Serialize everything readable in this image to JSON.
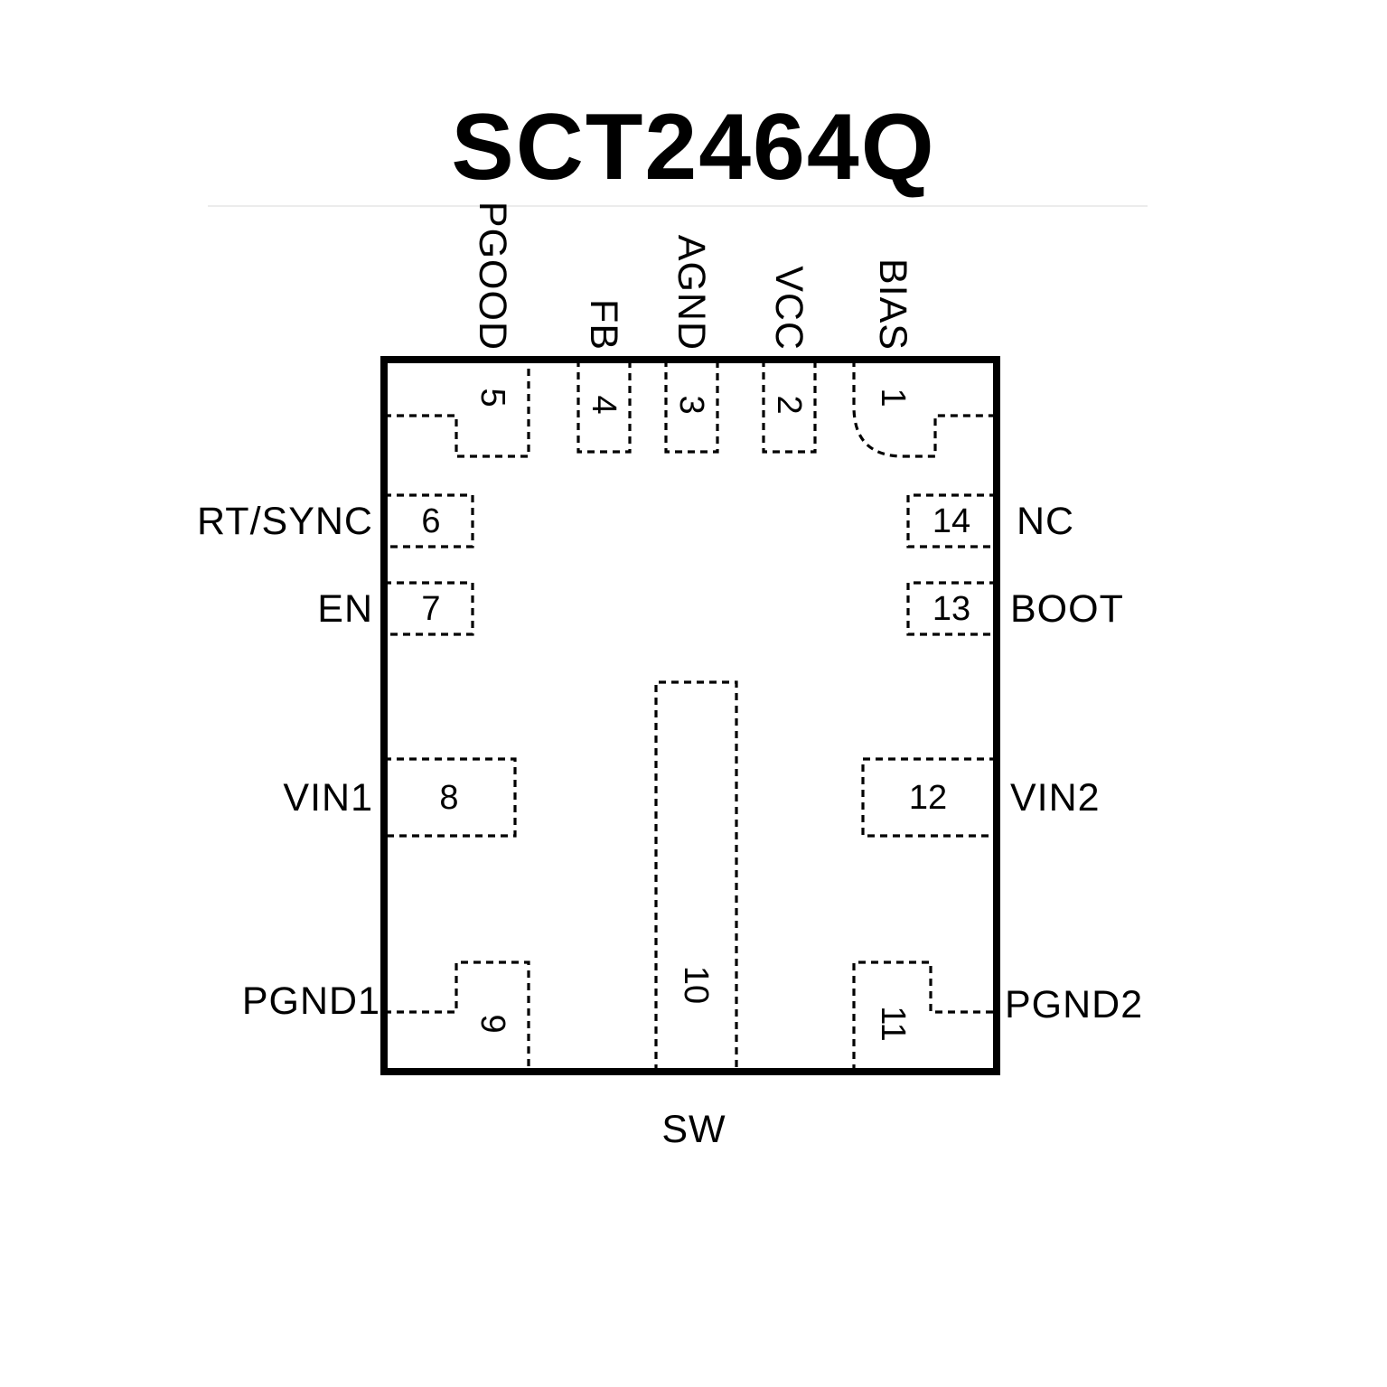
{
  "title": "SCT2464Q",
  "pins": {
    "top": [
      {
        "number": "5",
        "name": "PGOOD"
      },
      {
        "number": "4",
        "name": "FB"
      },
      {
        "number": "3",
        "name": "AGND"
      },
      {
        "number": "2",
        "name": "VCC"
      },
      {
        "number": "1",
        "name": "BIAS"
      }
    ],
    "left": [
      {
        "number": "6",
        "name": "RT/SYNC"
      },
      {
        "number": "7",
        "name": "EN"
      },
      {
        "number": "8",
        "name": "VIN1"
      },
      {
        "number": "9",
        "name": "PGND1"
      }
    ],
    "right": [
      {
        "number": "14",
        "name": "NC"
      },
      {
        "number": "13",
        "name": "BOOT"
      },
      {
        "number": "12",
        "name": "VIN2"
      },
      {
        "number": "11",
        "name": "PGND2"
      }
    ],
    "bottom": [
      {
        "number": "10",
        "name": "SW"
      }
    ]
  },
  "colors": {
    "line": "#000000",
    "background": "#ffffff",
    "divider": "#ececec"
  }
}
